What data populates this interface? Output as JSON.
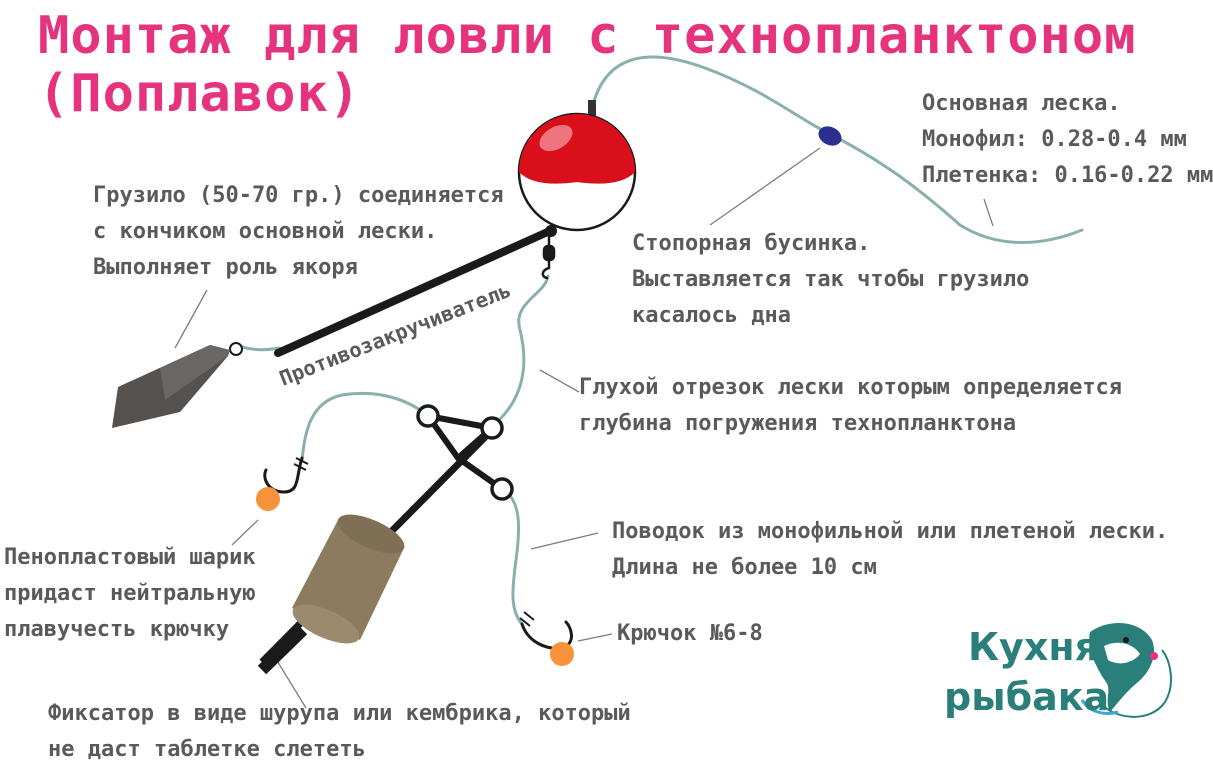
{
  "colors": {
    "title": "#e6337e",
    "label": "#5a5a5a",
    "line": "#8ab0ad",
    "float_top": "#d9101c",
    "bead": "#2b2f8f",
    "sinker": "#55514f",
    "feeder": "#8c7b5f",
    "foam": "#f6923a",
    "brand": "#2a7f7a",
    "hardware": "#1a1a1a"
  },
  "title": {
    "line1": "Монтаж для ловли с технопланктоном",
    "line2": "(Поплавок)"
  },
  "labels": {
    "main_line": [
      "Основная леска.",
      "Монофил: 0.28-0.4 мм",
      "Плетенка: 0.16-0.22 мм"
    ],
    "sinker": [
      "Грузило (50-70 гр.) соединяется",
      "с кончиком основной лески.",
      "Выполняет роль якоря"
    ],
    "stop_bead": [
      "Стопорная бусинка.",
      "Выставляется так чтобы грузило",
      "касалось дна"
    ],
    "anti_twist": "Противозакручиватель",
    "blind_line": [
      "Глухой отрезок лески которым определяется",
      "глубина погружения технопланктона"
    ],
    "leash": [
      "Поводок из монофильной или плетеной лески.",
      "Длина не более 10 см"
    ],
    "foam_ball": [
      "Пенопластовый шарик",
      "придаст нейтральную",
      "плавучесть крючку"
    ],
    "hook": "Крючок №6-8",
    "fixer": [
      "Фиксатор в виде шурупа или кембрика, который",
      "не даст таблетке слететь"
    ]
  },
  "brand": {
    "line1": "Кухня",
    "line2": "рыбака"
  },
  "icons": [
    "float-icon",
    "stop-bead-icon",
    "sinker-icon",
    "swivel-icon",
    "feeder-icon",
    "hook-icon",
    "foam-ball-icon",
    "fish-logo-icon"
  ]
}
